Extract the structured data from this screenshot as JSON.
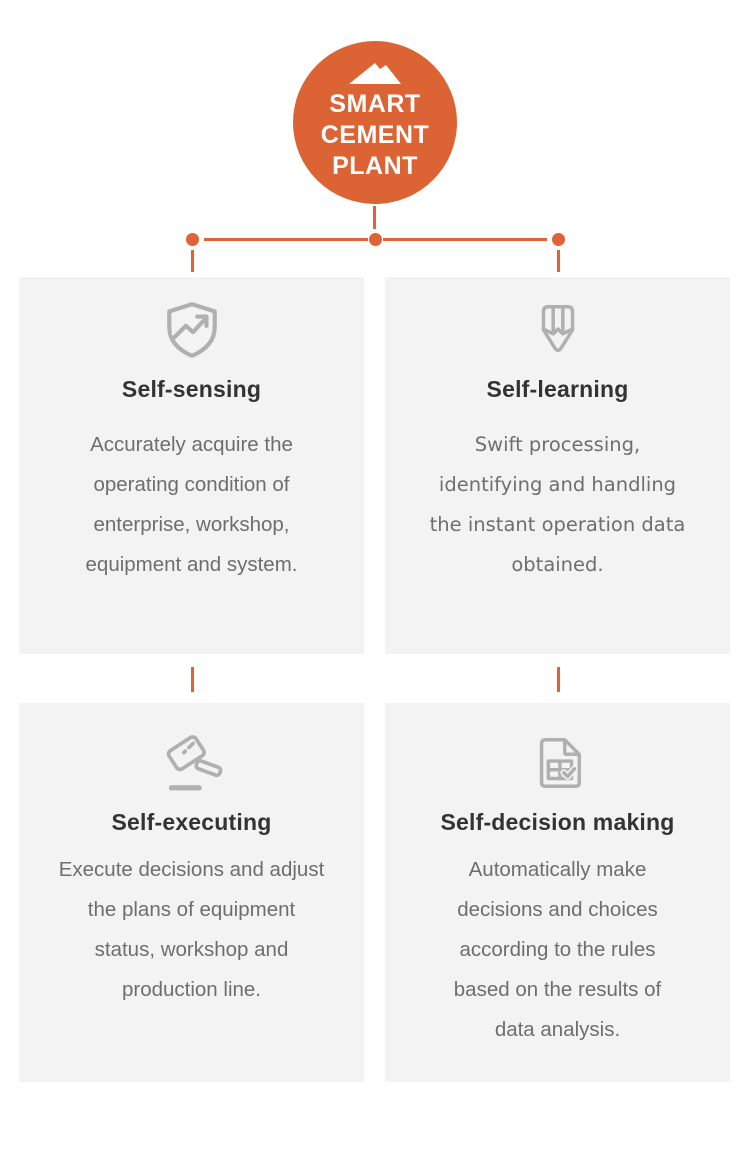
{
  "colors": {
    "page_background": "#FFFFFF",
    "hub_orange": "#DC6334",
    "connector_orange": "#E06338",
    "card_background": "#F3F3F3",
    "title_text": "#333333",
    "body_text": "#6E6E6E",
    "icon_gray": "#B0B0B0",
    "hub_text": "#FFFFFF"
  },
  "hub": {
    "icon": "mountain-icon",
    "label_lines": [
      "SMART",
      "CEMENT",
      "PLANT"
    ]
  },
  "cards": [
    {
      "icon": "shield-trend-arrow-icon",
      "title": "Self-sensing",
      "body_lines": [
        "Accurately acquire the",
        "operating condition of",
        "enterprise, workshop,",
        "equipment and system."
      ]
    },
    {
      "icon": "pencil-badge-icon",
      "title": "Self-learning",
      "body_lines": [
        "Swift processing,",
        "identifying and handling",
        "the instant operation data",
        "obtained."
      ]
    },
    {
      "icon": "gavel-icon",
      "title": "Self-executing",
      "body_lines": [
        "Execute decisions and adjust",
        "the plans of equipment",
        "status, workshop and",
        "production line."
      ]
    },
    {
      "icon": "document-table-check-icon",
      "title": "Self-decision making",
      "body_lines": [
        "Automatically make",
        "decisions and choices",
        "according to the rules",
        "based on the results of",
        "data analysis."
      ]
    }
  ]
}
